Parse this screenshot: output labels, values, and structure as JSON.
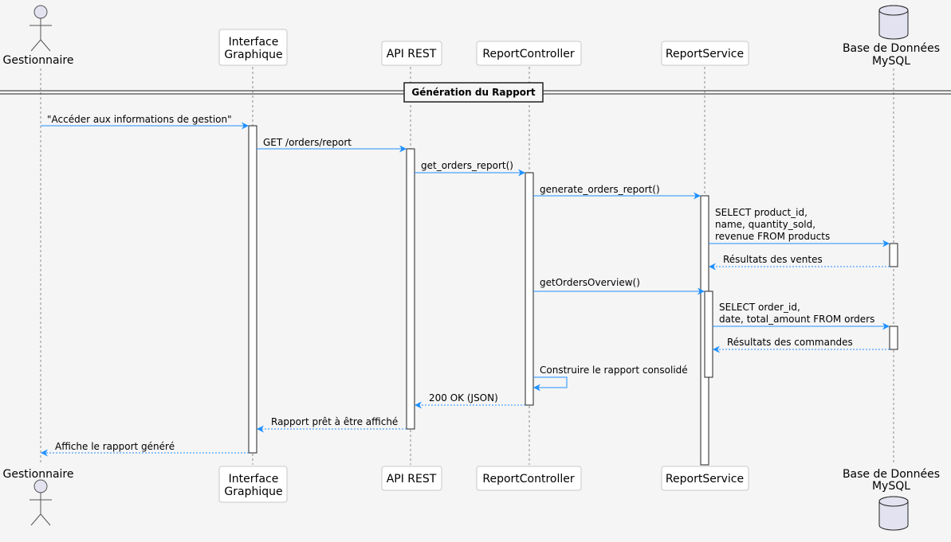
{
  "participants": {
    "gestionnaire": "Gestionnaire",
    "interface": [
      "Interface",
      "Graphique"
    ],
    "api": "API REST",
    "controller": "ReportController",
    "service": "ReportService",
    "database": [
      "Base de Données",
      "MySQL"
    ]
  },
  "group_title": "Génération du Rapport",
  "messages": [
    [
      "\"Accéder aux informations de gestion\""
    ],
    [
      "GET /orders/report"
    ],
    [
      "get_orders_report()"
    ],
    [
      "generate_orders_report()"
    ],
    [
      "SELECT product_id,",
      "name, quantity_sold,",
      "revenue FROM products"
    ],
    [
      "Résultats des ventes"
    ],
    [
      "getOrdersOverview()"
    ],
    [
      "SELECT order_id,",
      "date, total_amount FROM orders"
    ],
    [
      "Résultats des commandes"
    ],
    [
      "Construire le rapport consolidé"
    ],
    [
      "200 OK (JSON)"
    ],
    [
      "Rapport prêt à être affiché"
    ],
    [
      "Affiche le rapport généré"
    ]
  ],
  "colors": {
    "arrow": "#1e90ff",
    "participant_fill": "#ffffff",
    "actor_fill": "#e2e2f0",
    "background": "#f5f5f5"
  }
}
